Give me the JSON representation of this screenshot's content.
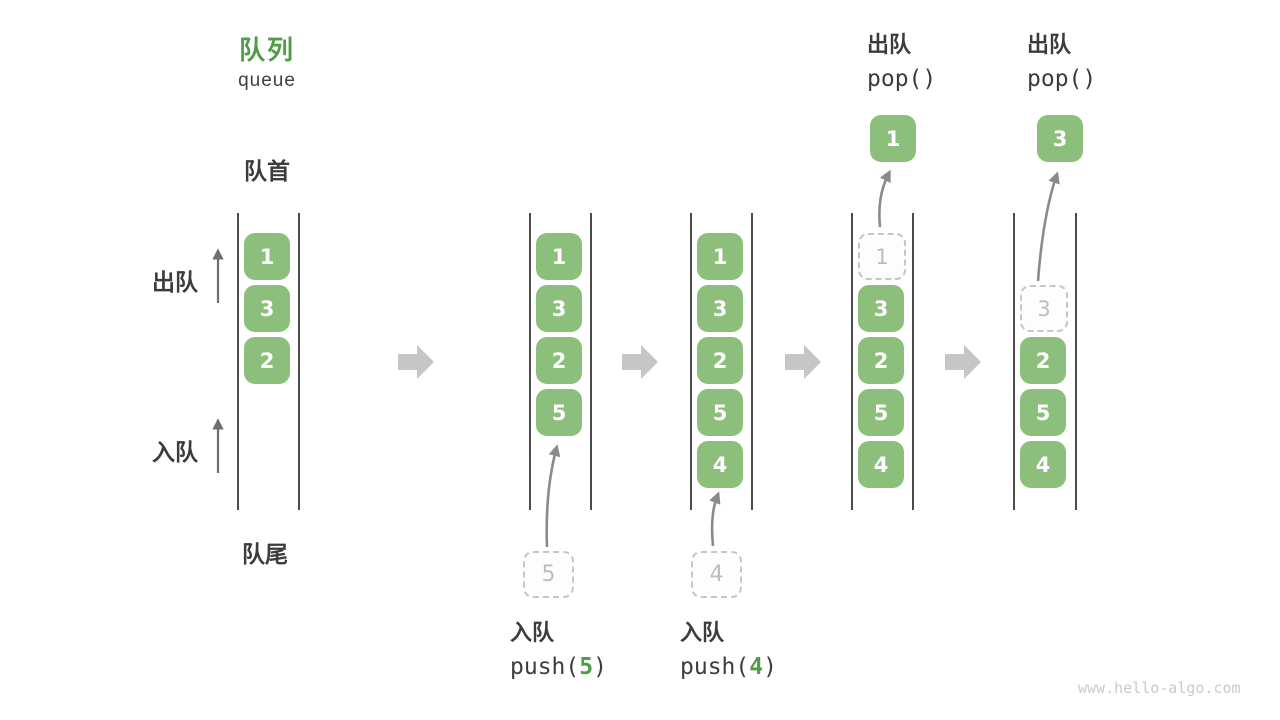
{
  "title": {
    "zh": "队列",
    "en": "queue"
  },
  "labels": {
    "front": "队首",
    "rear": "队尾",
    "dequeue_side": "出队",
    "enqueue_side": "入队"
  },
  "ops": {
    "push5": {
      "name": "入队",
      "code_pre": "push(",
      "code_arg": "5",
      "code_post": ")"
    },
    "push4": {
      "name": "入队",
      "code_pre": "push(",
      "code_arg": "4",
      "code_post": ")"
    },
    "pop1": {
      "name": "出队",
      "code": "pop()"
    },
    "pop2": {
      "name": "出队",
      "code": "pop()"
    }
  },
  "queues": {
    "q1": {
      "cells": [
        "1",
        "3",
        "2"
      ]
    },
    "q2": {
      "cells": [
        "1",
        "3",
        "2",
        "5"
      ],
      "incoming": "5"
    },
    "q3": {
      "cells": [
        "1",
        "3",
        "2",
        "5",
        "4"
      ],
      "incoming": "4"
    },
    "q4": {
      "ghost": "1",
      "cells": [
        "3",
        "2",
        "5",
        "4"
      ],
      "popped": "1"
    },
    "q5": {
      "ghost": "3",
      "cells": [
        "2",
        "5",
        "4"
      ],
      "popped": "3"
    }
  },
  "icons": {
    "step_arrow": "right-block-arrow",
    "enqueue_arrow": "curved-up-arrow",
    "dequeue_arrow": "curved-up-arrow",
    "side_arrow": "up-arrow"
  },
  "colors": {
    "cell_green": "#8cbe7c",
    "title_green": "#4f9e46",
    "code_arg_green": "#4f9e46",
    "text_dark": "#3c3c3c",
    "step_arrow_gray": "#c6c6c6",
    "ghost_gray": "#bdbdbd",
    "line_dark": "#4c4c4c"
  },
  "watermark": "www.hello-algo.com"
}
